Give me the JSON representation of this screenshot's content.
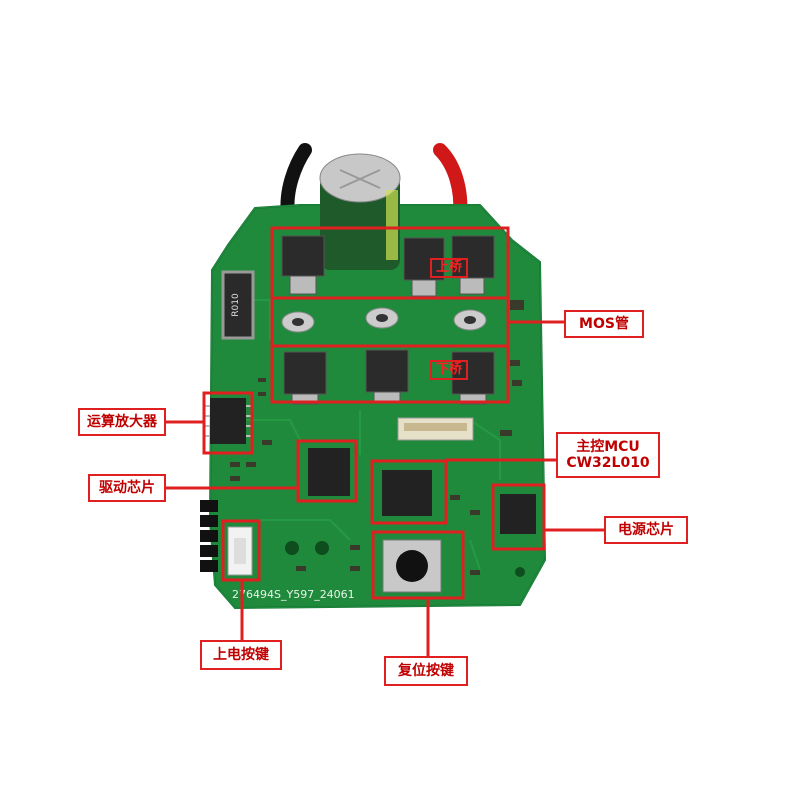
{
  "annotations": {
    "upper_bridge": "上桥",
    "lower_bridge": "下桥",
    "mos": "MOS管",
    "opamp": "运算放大器",
    "driver": "驱动芯片",
    "mcu_line1": "主控MCU",
    "mcu_line2": "CW32L010",
    "power_chip": "电源芯片",
    "power_button": "上电按键",
    "reset_button": "复位按键"
  },
  "board": {
    "silkscreen_id": "276494S_Y597_24061",
    "shunt_marking": "R010"
  },
  "colors": {
    "pcb": "#1f8a3c",
    "annotation": "#e02020"
  }
}
